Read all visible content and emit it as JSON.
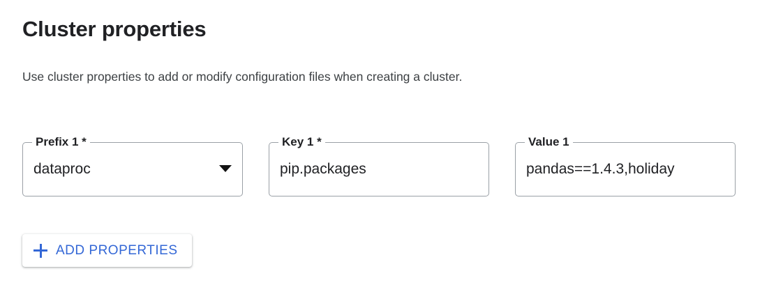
{
  "section": {
    "title": "Cluster properties",
    "description": "Use cluster properties to add or modify configuration files when creating a cluster."
  },
  "fields": [
    {
      "name": "prefix",
      "label": "Prefix 1 *",
      "value": "dataproc",
      "control": "select",
      "icon": "chevron-down-icon",
      "required": true
    },
    {
      "name": "key",
      "label": "Key 1 *",
      "value": "pip.packages",
      "control": "text",
      "required": true
    },
    {
      "name": "value",
      "label": "Value 1",
      "value": "pandas==1.4.3,holiday",
      "control": "text",
      "required": false
    }
  ],
  "add_button": {
    "label": "ADD PROPERTIES",
    "icon": "plus-icon"
  },
  "colors": {
    "accent": "#3367d6",
    "text_primary": "#202124",
    "text_secondary": "#3c4043",
    "border": "#9aa0a6",
    "background": "#ffffff"
  }
}
